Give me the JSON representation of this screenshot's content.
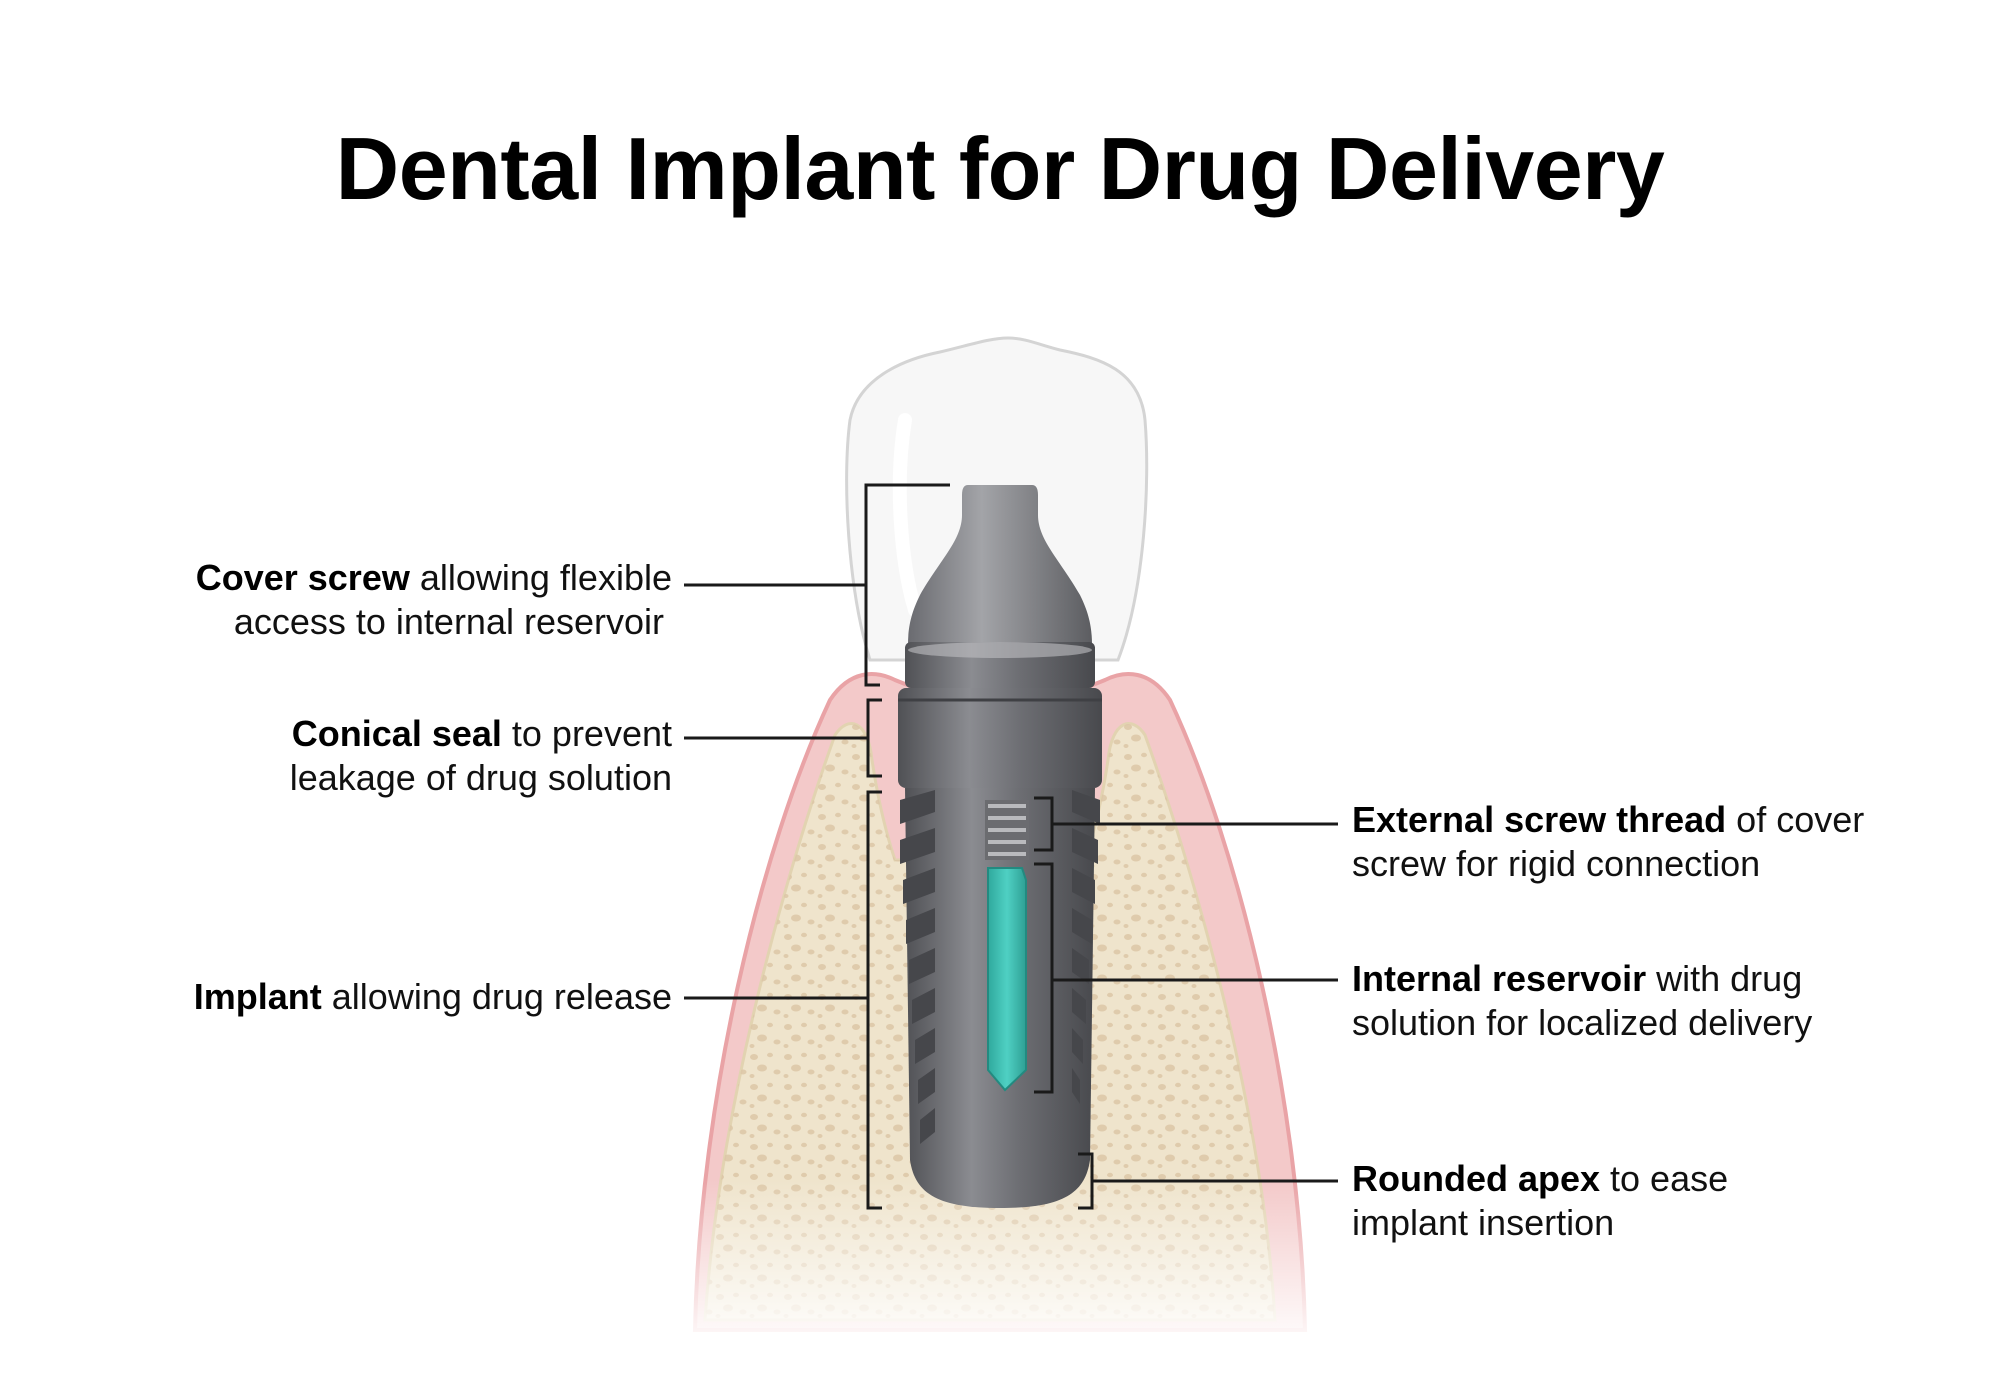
{
  "title": "Dental Implant for Drug Delivery",
  "labels": {
    "cover_screw": {
      "bold": "Cover screw",
      "rest": " allowing flexible",
      "line2": "access to internal reservoir"
    },
    "conical_seal": {
      "bold": "Conical seal",
      "rest": " to prevent",
      "line2": "leakage of drug solution"
    },
    "implant": {
      "bold": "Implant",
      "rest": " allowing drug release"
    },
    "external_thread": {
      "bold": "External screw thread",
      "rest": " of cover",
      "line2": "screw for rigid connection"
    },
    "internal_reservoir": {
      "bold": "Internal reservoir",
      "rest": " with drug",
      "line2": "solution for localized delivery"
    },
    "rounded_apex": {
      "bold": "Rounded apex",
      "rest": " to ease",
      "line2": "implant insertion"
    }
  },
  "colors": {
    "gum": "#f3c9c9",
    "gum_edge": "#e9a3a6",
    "bone": "#efe4cc",
    "bone_pore": "#dcc6a6",
    "metal_dark": "#55565b",
    "metal_mid": "#7a7b80",
    "metal_light": "#9c9da1",
    "drug": "#3ec1b4",
    "crown": "#f4f4f4"
  }
}
